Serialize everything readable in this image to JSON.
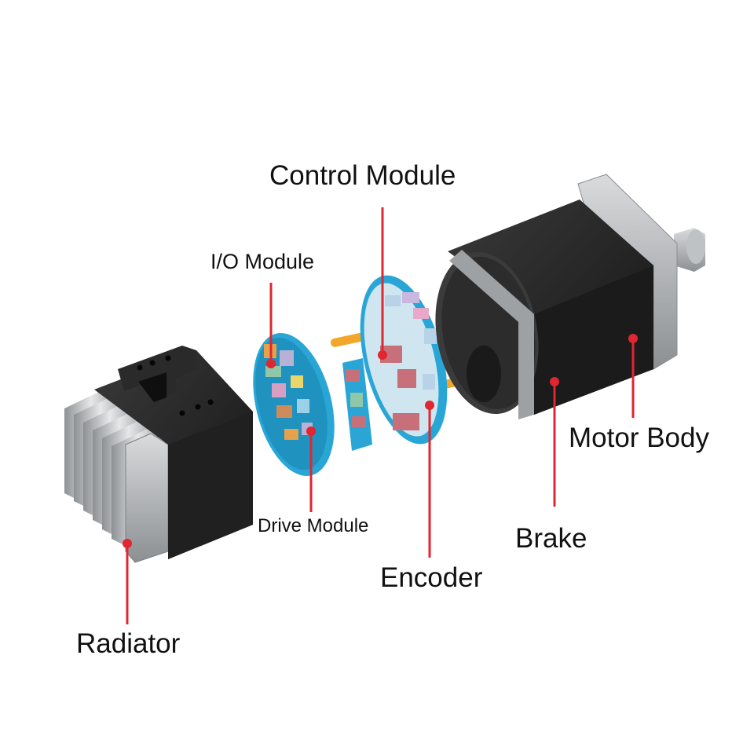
{
  "labels": {
    "control_module": "Control Module",
    "io_module": "I/O Module",
    "motor_body": "Motor Body",
    "drive_module": "Drive Module",
    "brake": "Brake",
    "encoder": "Encoder",
    "radiator": "Radiator"
  },
  "colors": {
    "leader": "#e02630",
    "housing": "#1d1d1d",
    "aluminum": "#c8cacc",
    "pcb": "#2aa6d6",
    "rod": "#f3a72a"
  }
}
